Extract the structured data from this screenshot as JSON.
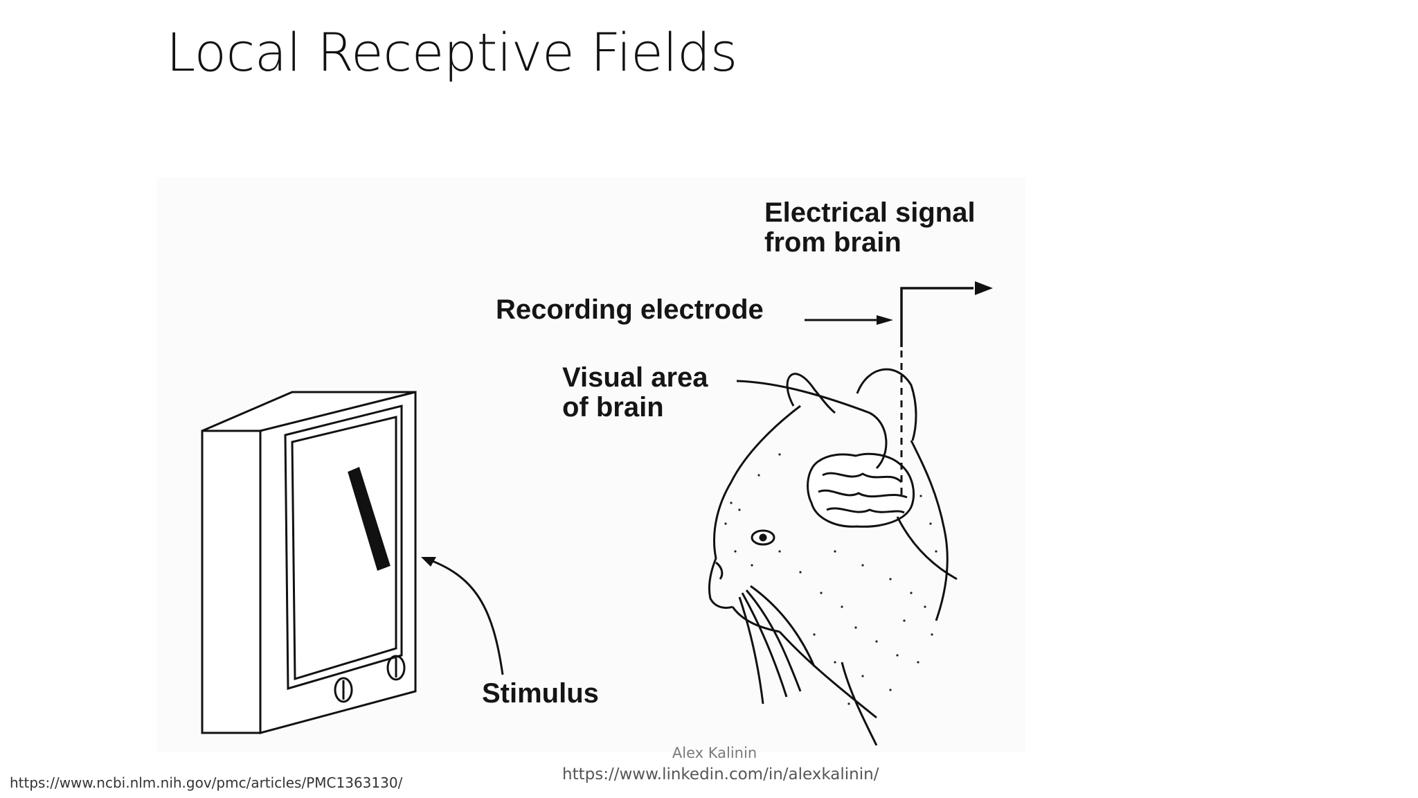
{
  "slide": {
    "title": "Local Receptive Fields"
  },
  "figure": {
    "labels": {
      "signal_line1": "Electrical signal",
      "signal_line2": "from brain",
      "electrode": "Recording electrode",
      "visual_line1": "Visual area",
      "visual_line2": "of brain",
      "stimulus": "Stimulus"
    }
  },
  "footer": {
    "source_url": "https://www.ncbi.nlm.nih.gov/pmc/articles/PMC1363130/",
    "author_name": "Alex Kalinin",
    "author_link": "https://www.linkedin.com/in/alexkalinin/"
  }
}
